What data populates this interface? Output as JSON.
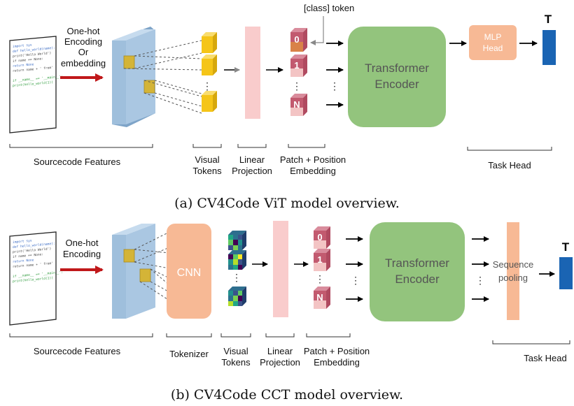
{
  "vit": {
    "class_token": "[class] token",
    "encoding_line1": "One-hot",
    "encoding_line2": "Encoding",
    "encoding_line3": "Or",
    "encoding_line4": "embedding",
    "token_0": "0",
    "token_1": "1",
    "token_n": "N",
    "transformer_line1": "Transformer",
    "transformer_line2": "Encoder",
    "mlp_line1": "MLP",
    "mlp_line2": "Head",
    "output_label": "T",
    "sourcecode_features": "Sourcecode Features",
    "visual_tokens_line1": "Visual",
    "visual_tokens_line2": "Tokens",
    "linear_line1": "Linear",
    "linear_line2": "Projection",
    "patch_line1": "Patch + Position",
    "patch_line2": "Embedding",
    "task_head": "Task Head",
    "caption": "(a) CV4Code ViT model overview."
  },
  "cct": {
    "encoding_line1": "One-hot",
    "encoding_line2": "Encoding",
    "cnn": "CNN",
    "token_0": "0",
    "token_1": "1",
    "token_n": "N",
    "transformer_line1": "Transformer",
    "transformer_line2": "Encoder",
    "pool_line1": "Sequence",
    "pool_line2": "pooling",
    "output_label": "T",
    "sourcecode_features": "Sourcecode Features",
    "tokenizer": "Tokenizer",
    "visual_tokens_line1": "Visual",
    "visual_tokens_line2": "Tokens",
    "linear_line1": "Linear",
    "linear_line2": "Projection",
    "patch_line1": "Patch + Position",
    "patch_line2": "Embedding",
    "task_head": "Task Head",
    "caption": "(b) CV4Code CCT model overview."
  },
  "code_lines": [
    "import sys",
    "def hello_world(name):",
    "  print('Hello World')",
    "  if name == None:",
    "    return None",
    "  return name + ' from'",
    "",
    "if __name__ == '__main__':",
    "  print(hello_world(1))"
  ],
  "colors": {
    "arrow_red": "#c0181a",
    "encoder_green": "#93c47d",
    "slab_blue": "#9fbfdc",
    "token_yellow": "#f5c518",
    "projection_pink": "#f9cccc",
    "embed_rose": "#c25a6f",
    "class_orange": "#d98248",
    "mlp_peach": "#f7b995",
    "output_blue": "#1a64b3"
  }
}
